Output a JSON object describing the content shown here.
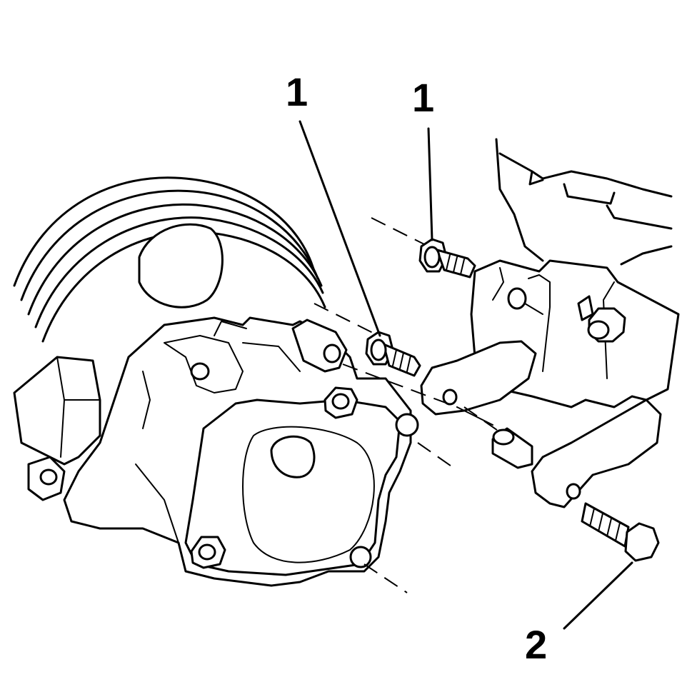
{
  "callouts": {
    "left_bolt": "1",
    "upper_bolt": "1",
    "long_bolt": "2"
  },
  "colors": {
    "line": "#000000",
    "background": "#ffffff"
  }
}
